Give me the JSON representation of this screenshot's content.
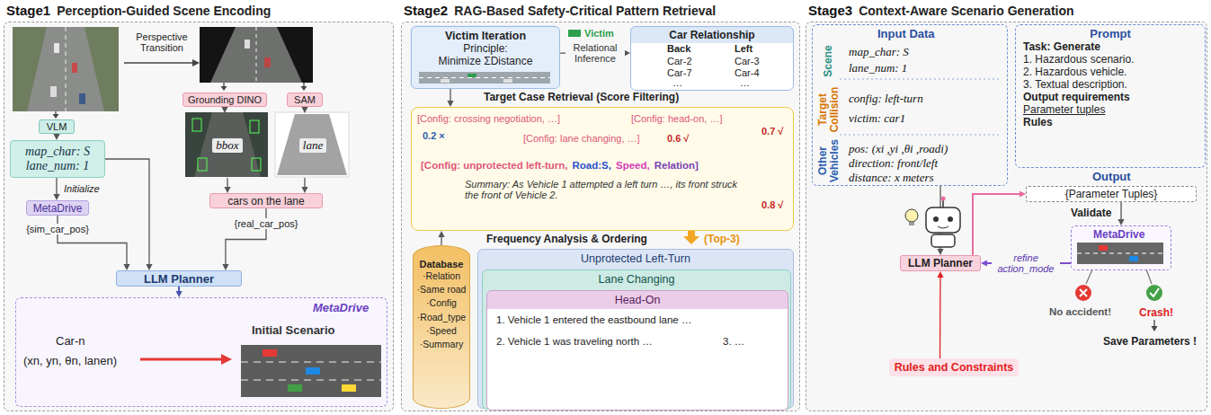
{
  "diagram": {
    "nodes": [
      {
        "text": [
          "Stage1",
          "Perception-Guided Scene Encoding"
        ]
      },
      {
        "text": [
          "VLM"
        ],
        "in": 0
      },
      {
        "text": [
          "map_char: S",
          "lane_num: 1"
        ],
        "in": 0
      },
      {
        "text": [
          "MetaDrive"
        ],
        "in": 0
      },
      {
        "text": [
          "Grounding DINO"
        ],
        "in": 0
      },
      {
        "text": [
          "SAM"
        ],
        "in": 0
      },
      {
        "text": [
          "bbox"
        ],
        "in": 0
      },
      {
        "text": [
          "lane"
        ],
        "in": 0
      },
      {
        "text": [
          "cars on the lane"
        ],
        "in": 0
      },
      {
        "text": [
          "LLM Planner"
        ],
        "in": 0
      },
      {
        "text": [
          "MetaDrive",
          "Car-n",
          "(xn, yn, θn, lanen)",
          "Initial Scenario"
        ],
        "in": 0
      },
      {
        "text": [
          "Stage2",
          "RAG-Based Safety-Critical Pattern Retrieval"
        ]
      },
      {
        "text": [
          "Victim Iteration",
          "Principle:",
          "Minimize ΣDistance"
        ],
        "in": 11
      },
      {
        "text": [
          "Car Relationship"
        ],
        "in": 11
      },
      {
        "text": [
          "Target Case Retrieval (Score Filtering)"
        ],
        "in": 11
      },
      {
        "text": [
          "Database",
          "·Relation",
          "·Same road",
          "·Config",
          "·Road_type",
          "·Speed",
          "·Summary"
        ],
        "in": 11
      },
      {
        "text": [
          "Unprotected Left-Turn"
        ],
        "in": 11
      },
      {
        "text": [
          "Lane Changing"
        ],
        "in": 16
      },
      {
        "text": [
          "Head-On"
        ],
        "in": 17
      },
      {
        "text": [
          "Stage3",
          "Context-Aware Scenario Generation"
        ]
      },
      {
        "text": [
          "Input Data"
        ],
        "in": 19
      },
      {
        "text": [
          "Prompt",
          "Task: Generate",
          "1. Hazardous scenario.",
          "2. Hazardous vehicle.",
          "3. Textual description.",
          "Output requirements",
          "Parameter tuples",
          "Rules"
        ],
        "in": 19
      },
      {
        "text": [
          "{Parameter Tuples}"
        ],
        "in": 19
      },
      {
        "text": [
          "LLM Planner"
        ],
        "in": 19
      },
      {
        "text": [
          "MetaDrive"
        ],
        "in": 19
      },
      {
        "text": [
          "Rules and Constraints"
        ],
        "in": 19
      }
    ],
    "edges": [
      {
        "from": 1,
        "to": 2,
        "arrow": "to"
      },
      {
        "from": 2,
        "to": 3,
        "arrow": "to"
      },
      {
        "from": 3,
        "to": 9,
        "label": "{sim_car_pos}",
        "arrow": "to"
      },
      {
        "from": 2,
        "to": 9,
        "arrow": "to"
      },
      {
        "from": 4,
        "to": 6,
        "arrow": "to"
      },
      {
        "from": 5,
        "to": 7,
        "arrow": "to"
      },
      {
        "from": 6,
        "to": 8,
        "arrow": "to"
      },
      {
        "from": 7,
        "to": 8,
        "arrow": "to"
      },
      {
        "from": 8,
        "to": 9,
        "label": "{real_car_pos}",
        "arrow": "to"
      },
      {
        "from": 9,
        "to": 10,
        "arrow": "to"
      },
      {
        "from": 12,
        "to": 13,
        "label": "Relational Inference",
        "arrow": "to"
      },
      {
        "from": 12,
        "to": 14,
        "arrow": "to"
      },
      {
        "from": 15,
        "to": 14,
        "arrow": "to"
      },
      {
        "from": 20,
        "to": 23,
        "arrow": "to"
      },
      {
        "from": 23,
        "to": 22,
        "arrow": "to"
      },
      {
        "from": 22,
        "to": 24,
        "arrow": "to"
      },
      {
        "from": 24,
        "to": 23,
        "label": "refine action_mode",
        "arrow": "to"
      },
      {
        "from": 25,
        "to": 23,
        "arrow": "to"
      }
    ],
    "labels": [
      "Perspective Transition",
      "Initialize",
      "Back",
      "Left",
      "Car-2",
      "Car-3",
      "Car-7",
      "Car-4",
      "…",
      "…",
      "[Config: crossing negotiation, …]",
      "[Config: head-on, …]",
      "0.2 ×",
      "[Config: lane changing, …]",
      "0.6 √",
      "0.7 √",
      "[Config: unprotected left-turn,",
      "Road:S,",
      "Speed,",
      "Relation]",
      "Summary: As Vehicle 1 attempted a left turn …, its front struck the front of Vehicle 2.",
      "0.8 √",
      "Frequency Analysis & Ordering",
      "(Top-3)",
      "1. Vehicle 1 entered the eastbound lane …",
      "2. Vehicle 1 was traveling north …",
      "3. …",
      "Scene",
      "map_char: S",
      "lane_num: 1",
      "Target Collision",
      "config: left-turn",
      "victim: car1",
      "Other Vehicles",
      "pos: (xi ,yi ,θi ,roadi)",
      "direction: front/left",
      "distance: x meters",
      "Output",
      "Validate",
      "No accident!",
      "Crash!",
      "Save Parameters !"
    ],
    "legend": [
      {
        "text": "Victim",
        "color": "#2e9e4f"
      }
    ]
  }
}
